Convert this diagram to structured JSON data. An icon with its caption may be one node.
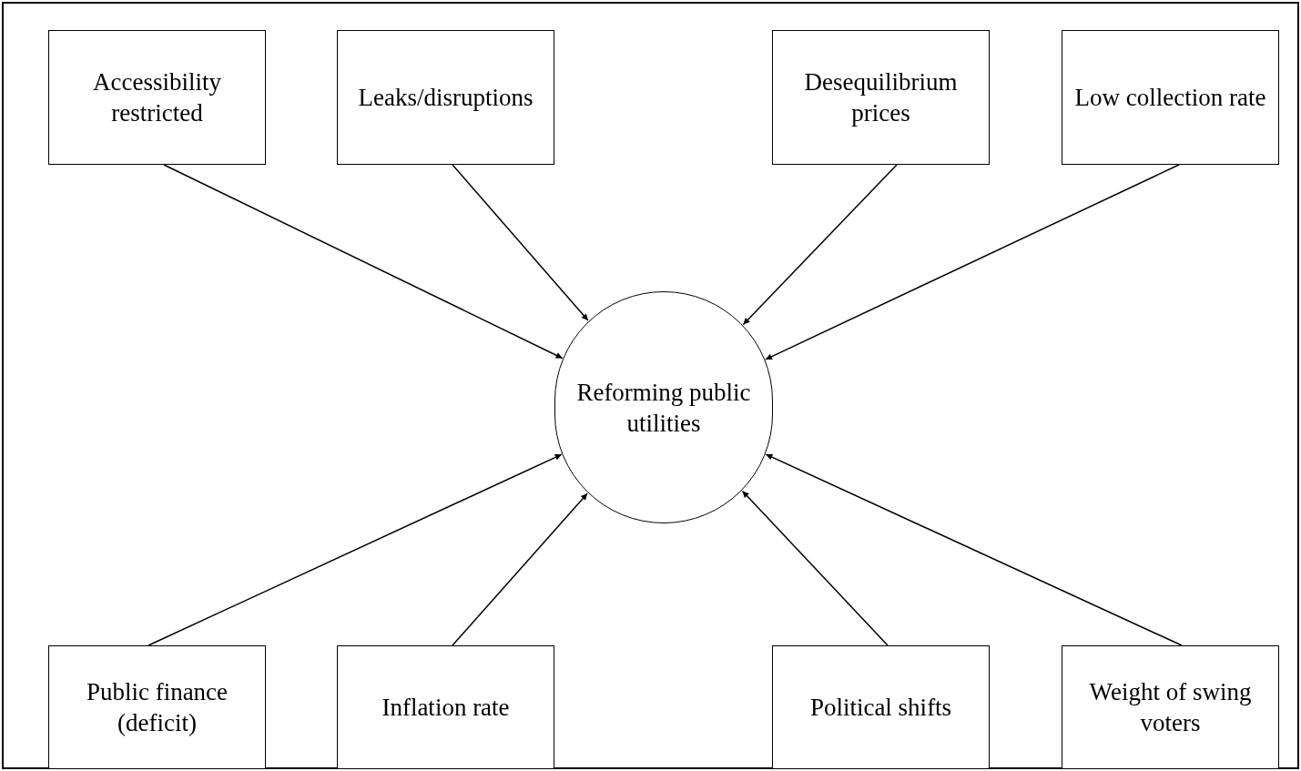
{
  "diagram": {
    "nodes": [
      {
        "text": [
          "Accessibility restricted"
        ]
      },
      {
        "text": [
          "Leaks/disruptions"
        ]
      },
      {
        "text": [
          "Desequilibrium prices"
        ]
      },
      {
        "text": [
          "Low collection rate"
        ]
      },
      {
        "text": [
          "Reforming public utilities"
        ]
      },
      {
        "text": [
          "Public finance (deficit)"
        ]
      },
      {
        "text": [
          "Inflation rate"
        ]
      },
      {
        "text": [
          "Political shifts"
        ]
      },
      {
        "text": [
          "Weight of swing voters"
        ]
      }
    ],
    "edges": [
      {
        "from": 0,
        "to": 4,
        "arrow": "to"
      },
      {
        "from": 1,
        "to": 4,
        "arrow": "to"
      },
      {
        "from": 2,
        "to": 4,
        "arrow": "to"
      },
      {
        "from": 3,
        "to": 4,
        "arrow": "to"
      },
      {
        "from": 5,
        "to": 4,
        "arrow": "to"
      },
      {
        "from": 6,
        "to": 4,
        "arrow": "to"
      },
      {
        "from": 7,
        "to": 4,
        "arrow": "to"
      },
      {
        "from": 8,
        "to": 4,
        "arrow": "to"
      }
    ]
  }
}
